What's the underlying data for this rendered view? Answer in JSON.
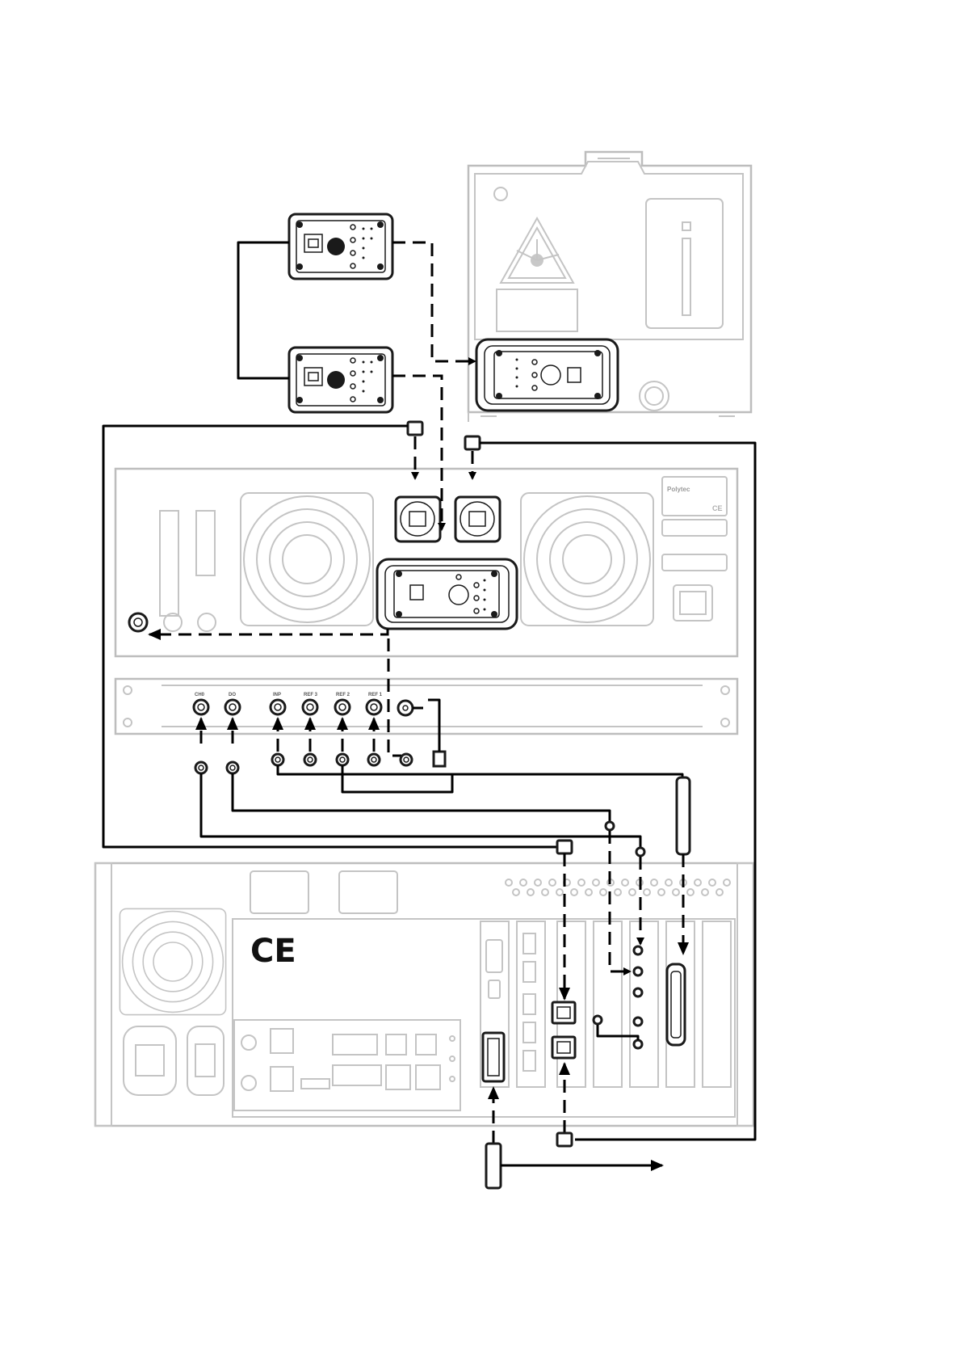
{
  "bnc_labels": [
    "CH0",
    "DO",
    "INP",
    "REF 3",
    "REF 2",
    "REF 1"
  ],
  "brand_label": "Polytec",
  "ce_mark": "CE",
  "colors": {
    "device_outline": "#bdbdbd",
    "module_outline": "#1a1a1a",
    "cable": "#000000",
    "background": "#ffffff"
  },
  "icons": [
    "laser-warning-icon",
    "info-icon",
    "fan-grille-icon",
    "power-inlet-icon",
    "ethernet-port-icon",
    "bnc-connector-icon",
    "dvi-connector-icon",
    "scsi-connector-icon"
  ]
}
